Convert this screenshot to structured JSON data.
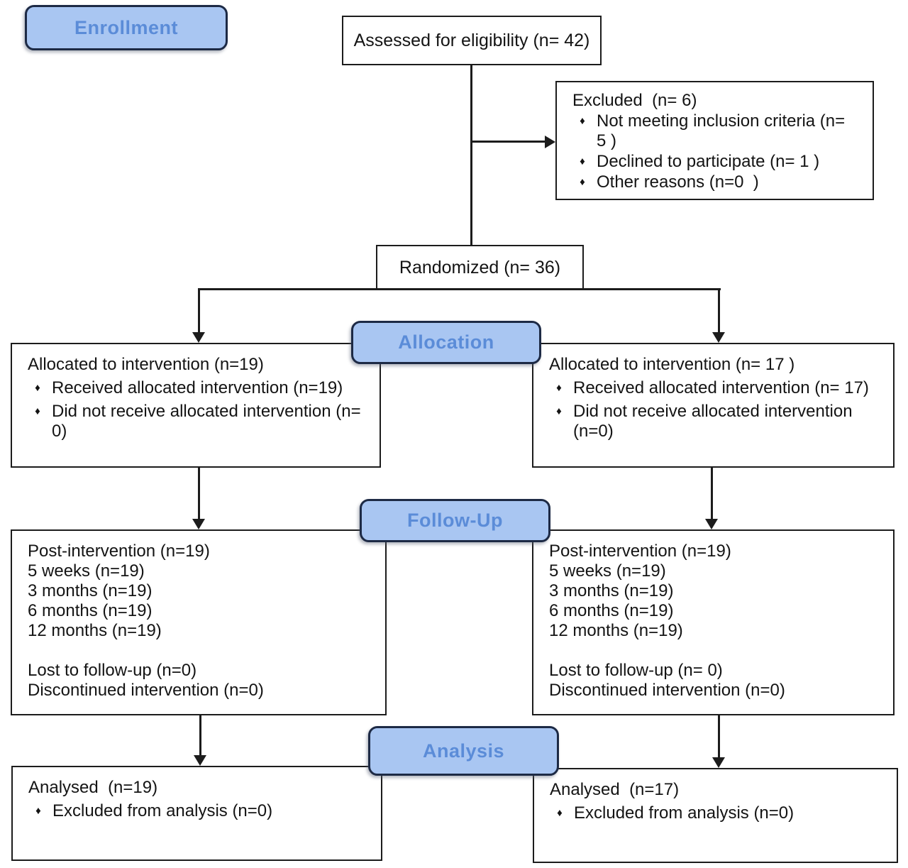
{
  "diagram": {
    "stage_labels": {
      "enrollment": "Enrollment",
      "allocation": "Allocation",
      "followup": "Follow-Up",
      "analysis": "Analysis"
    },
    "bullet_glyph": "♦",
    "colors": {
      "stage_fill": "#a9c6f2",
      "stage_text": "#5b8cd8",
      "stage_border": "#1d2a45",
      "box_border": "#1c1c1c",
      "box_fill": "#ffffff",
      "text_color": "#141414",
      "line_color": "#1c1c1c",
      "background": "#ffffff"
    },
    "boxes": {
      "assessed": {
        "title": "Assessed for eligibility (n= 42)"
      },
      "excluded": {
        "title": "Excluded  (n= 6)",
        "bullets": [
          "Not meeting inclusion criteria (n= 5 )",
          "Declined to participate (n= 1 )",
          "Other reasons (n=0  )"
        ]
      },
      "randomized": {
        "title": "Randomized (n= 36)"
      },
      "alloc_left": {
        "title": "Allocated to intervention (n=19)",
        "bullets": [
          "Received allocated intervention (n=19)",
          "Did not receive allocated intervention (n= 0)"
        ]
      },
      "alloc_right": {
        "title": "Allocated to intervention (n= 17 )",
        "bullets": [
          "Received allocated intervention (n= 17)",
          "Did not receive allocated intervention (n=0)"
        ]
      },
      "followup_left": {
        "lines": [
          "Post-intervention (n=19)",
          "5 weeks (n=19)",
          "3 months (n=19)",
          "6 months (n=19)",
          "12 months (n=19)"
        ],
        "lines2": [
          "Lost to follow-up (n=0)",
          "Discontinued intervention (n=0)"
        ]
      },
      "followup_right": {
        "lines": [
          "Post-intervention (n=19)",
          "5 weeks (n=19)",
          "3 months (n=19)",
          "6 months (n=19)",
          "12 months (n=19)"
        ],
        "lines2": [
          "Lost to follow-up (n= 0)",
          "Discontinued intervention (n=0)"
        ]
      },
      "analysis_left": {
        "title": "Analysed  (n=19)",
        "bullets": [
          "Excluded from analysis (n=0)"
        ]
      },
      "analysis_right": {
        "title": "Analysed  (n=17)",
        "bullets": [
          "Excluded from analysis (n=0)"
        ]
      }
    }
  }
}
